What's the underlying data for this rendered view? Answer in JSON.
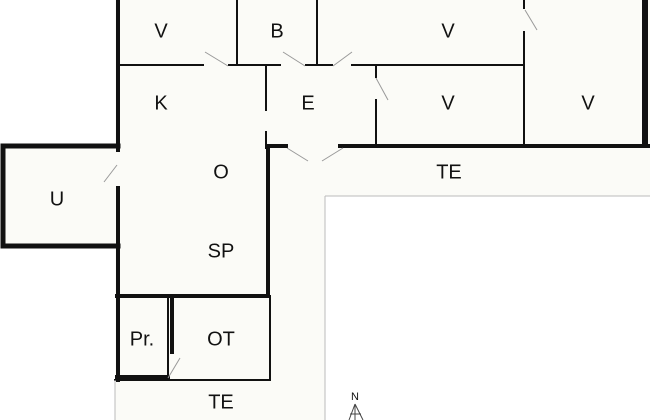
{
  "floorplan": {
    "rooms": [
      {
        "id": "bedroom-top-left",
        "label": "V"
      },
      {
        "id": "bathroom",
        "label": "B"
      },
      {
        "id": "bedroom-top-middle",
        "label": "V"
      },
      {
        "id": "bedroom-middle",
        "label": "V"
      },
      {
        "id": "bedroom-right",
        "label": "V"
      },
      {
        "id": "kitchen",
        "label": "K"
      },
      {
        "id": "entrance",
        "label": "E"
      },
      {
        "id": "living-room",
        "label": "O"
      },
      {
        "id": "dining-area",
        "label": "SP"
      },
      {
        "id": "utility-room",
        "label": "U"
      },
      {
        "id": "terrace-east",
        "label": "TE"
      },
      {
        "id": "pantry",
        "label": "Pr."
      },
      {
        "id": "other-room",
        "label": "OT"
      },
      {
        "id": "terrace-south",
        "label": "TE"
      }
    ],
    "north_label": "N",
    "colors": {
      "floor": "#fbfbf7",
      "wall": "#111111",
      "door": "#999999",
      "background": "#ffffff"
    }
  }
}
